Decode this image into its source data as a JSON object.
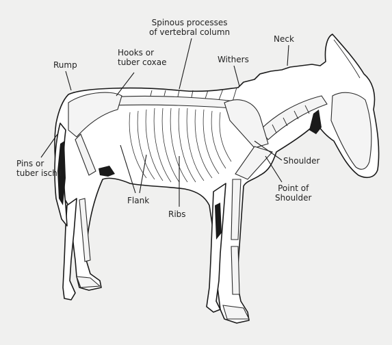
{
  "labels": {
    "spinous": "Spinous processes\nof vertebral column",
    "neck": "Neck",
    "hooks": "Hooks or\ntuber coxae",
    "withers": "Withers",
    "rump": "Rump",
    "pins": "Pins or\ntuber ischii",
    "shoulder": "Shoulder",
    "point_of_shoulder": "Point of\nShoulder",
    "flank": "Flank",
    "ribs": "Ribs"
  }
}
